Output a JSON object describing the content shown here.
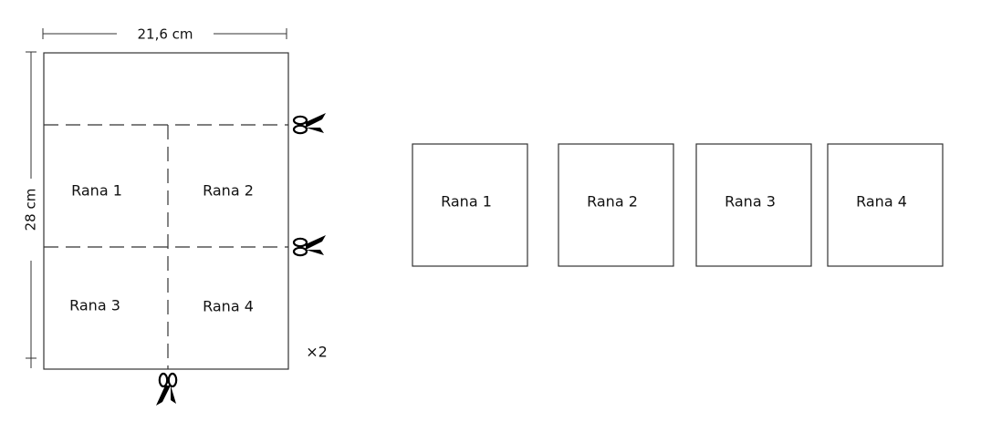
{
  "sheet": {
    "width_label": "21,6 cm",
    "height_label": "28 cm",
    "quadrants": [
      "Rana 1",
      "Rana 2",
      "Rana 3",
      "Rana 4"
    ],
    "multiplier": "×2",
    "cut_icon": "scissors-icon"
  },
  "squares": [
    "Rana 1",
    "Rana 2",
    "Rana 3",
    "Rana 4"
  ],
  "colors": {
    "stroke": "#333333",
    "text": "#111111"
  }
}
